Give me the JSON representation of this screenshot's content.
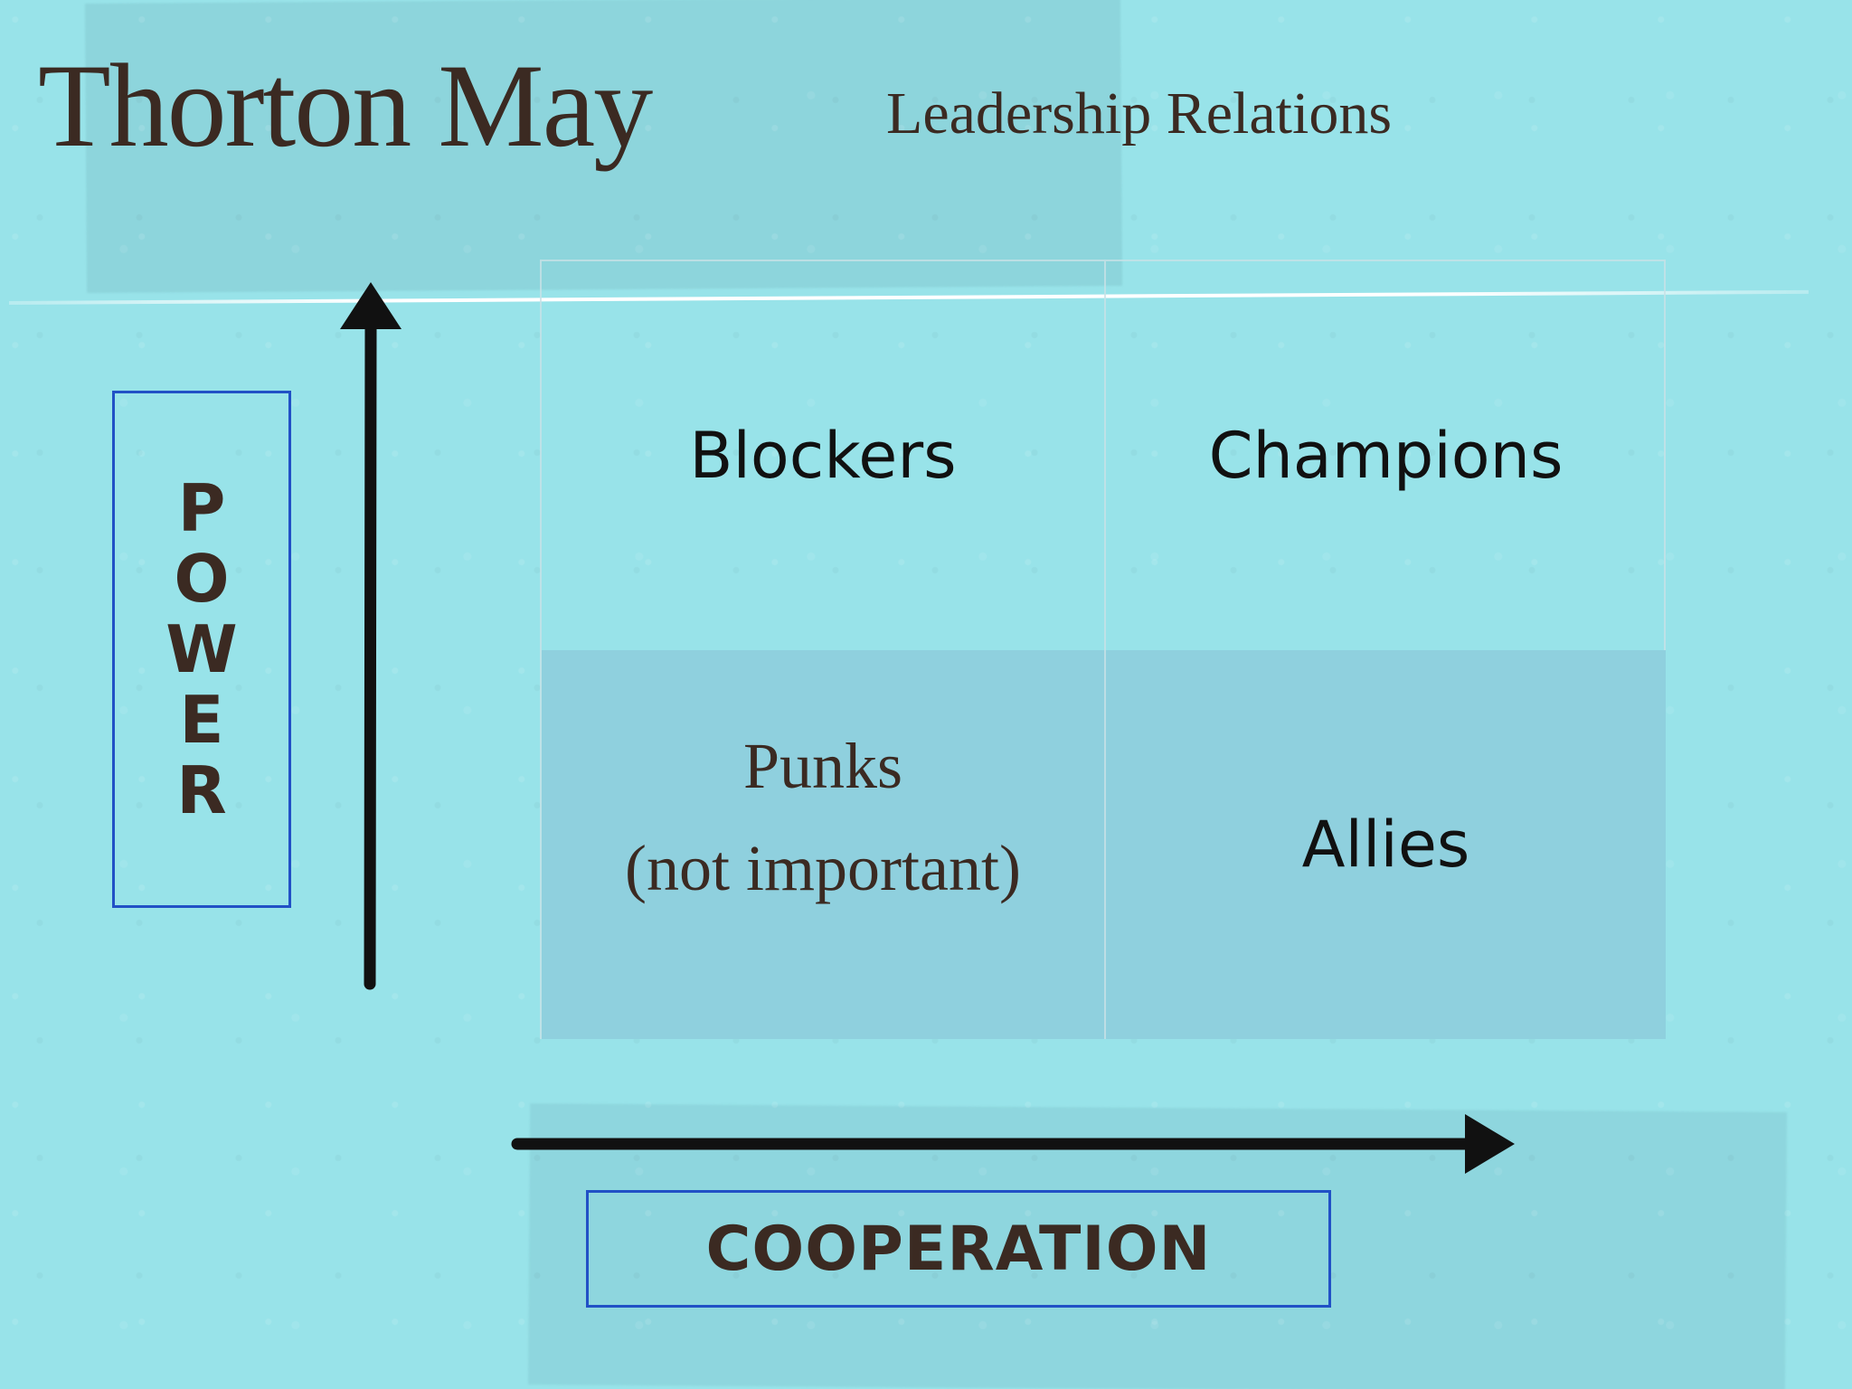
{
  "slide": {
    "title": "Thorton May",
    "subtitle": "Leadership Relations"
  },
  "matrix": {
    "top_left": "Blockers",
    "top_right": "Champions",
    "bottom_left_line1": "Punks",
    "bottom_left_line2": "(not important)",
    "bottom_right": "Allies"
  },
  "axes": {
    "vertical_label": "POWER",
    "vertical_letters": [
      "P",
      "O",
      "W",
      "E",
      "R"
    ],
    "horizontal_label": "COOPERATION"
  },
  "colors": {
    "background": "#98e3e9",
    "text_dark": "#3b2a22",
    "box_border": "#2151c6",
    "bottom_cells": "#8fd0de"
  }
}
